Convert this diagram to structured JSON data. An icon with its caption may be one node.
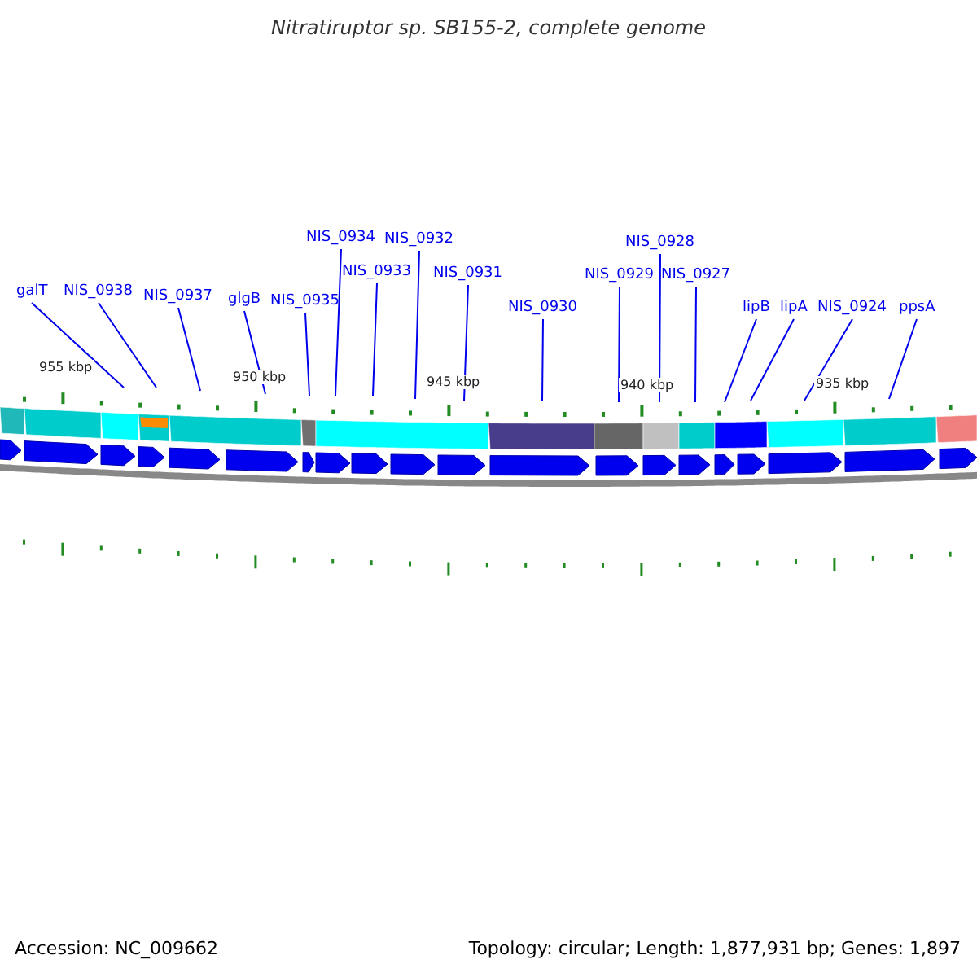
{
  "diagram": {
    "title": "Nitratiruptor sp. SB155-2, complete genome",
    "nodes": [
      {
        "text": [
          "galT"
        ]
      },
      {
        "text": [
          "NIS_0938"
        ]
      },
      {
        "text": [
          "NIS_0937"
        ]
      },
      {
        "text": [
          "glgB"
        ]
      },
      {
        "text": [
          "NIS_0935"
        ]
      },
      {
        "text": [
          "NIS_0934"
        ]
      },
      {
        "text": [
          "NIS_0933"
        ]
      },
      {
        "text": [
          "NIS_0932"
        ]
      },
      {
        "text": [
          "NIS_0931"
        ]
      },
      {
        "text": [
          "NIS_0930"
        ]
      },
      {
        "text": [
          "NIS_0929"
        ]
      },
      {
        "text": [
          "NIS_0928"
        ]
      },
      {
        "text": [
          "NIS_0927"
        ]
      },
      {
        "text": [
          "lipB"
        ]
      },
      {
        "text": [
          "lipA"
        ]
      },
      {
        "text": [
          "NIS_0924"
        ]
      },
      {
        "text": [
          "ppsA"
        ]
      },
      {
        "text": [],
        "shape": "bar"
      }
    ],
    "edges": [
      {
        "from": 0,
        "to": 17,
        "arrow": "none"
      },
      {
        "from": 1,
        "to": 17,
        "arrow": "none"
      },
      {
        "from": 2,
        "to": 17,
        "arrow": "none"
      },
      {
        "from": 3,
        "to": 17,
        "arrow": "none"
      },
      {
        "from": 4,
        "to": 17,
        "arrow": "none"
      },
      {
        "from": 5,
        "to": 17,
        "arrow": "none"
      },
      {
        "from": 6,
        "to": 17,
        "arrow": "none"
      },
      {
        "from": 7,
        "to": 17,
        "arrow": "none"
      },
      {
        "from": 8,
        "to": 17,
        "arrow": "none"
      },
      {
        "from": 9,
        "to": 17,
        "arrow": "none"
      },
      {
        "from": 10,
        "to": 17,
        "arrow": "none"
      },
      {
        "from": 11,
        "to": 17,
        "arrow": "none"
      },
      {
        "from": 12,
        "to": 17,
        "arrow": "none"
      },
      {
        "from": 13,
        "to": 17,
        "arrow": "none"
      },
      {
        "from": 14,
        "to": 17,
        "arrow": "none"
      },
      {
        "from": 15,
        "to": 17,
        "arrow": "none"
      },
      {
        "from": 16,
        "to": 17,
        "arrow": "none"
      }
    ],
    "labels": [
      "955 kbp",
      "950 kbp",
      "945 kbp",
      "940 kbp",
      "935 kbp",
      "Accession: NC_009662",
      "Topology: circular; Length: 1,877,931 bp; Genes: 1,897"
    ]
  }
}
